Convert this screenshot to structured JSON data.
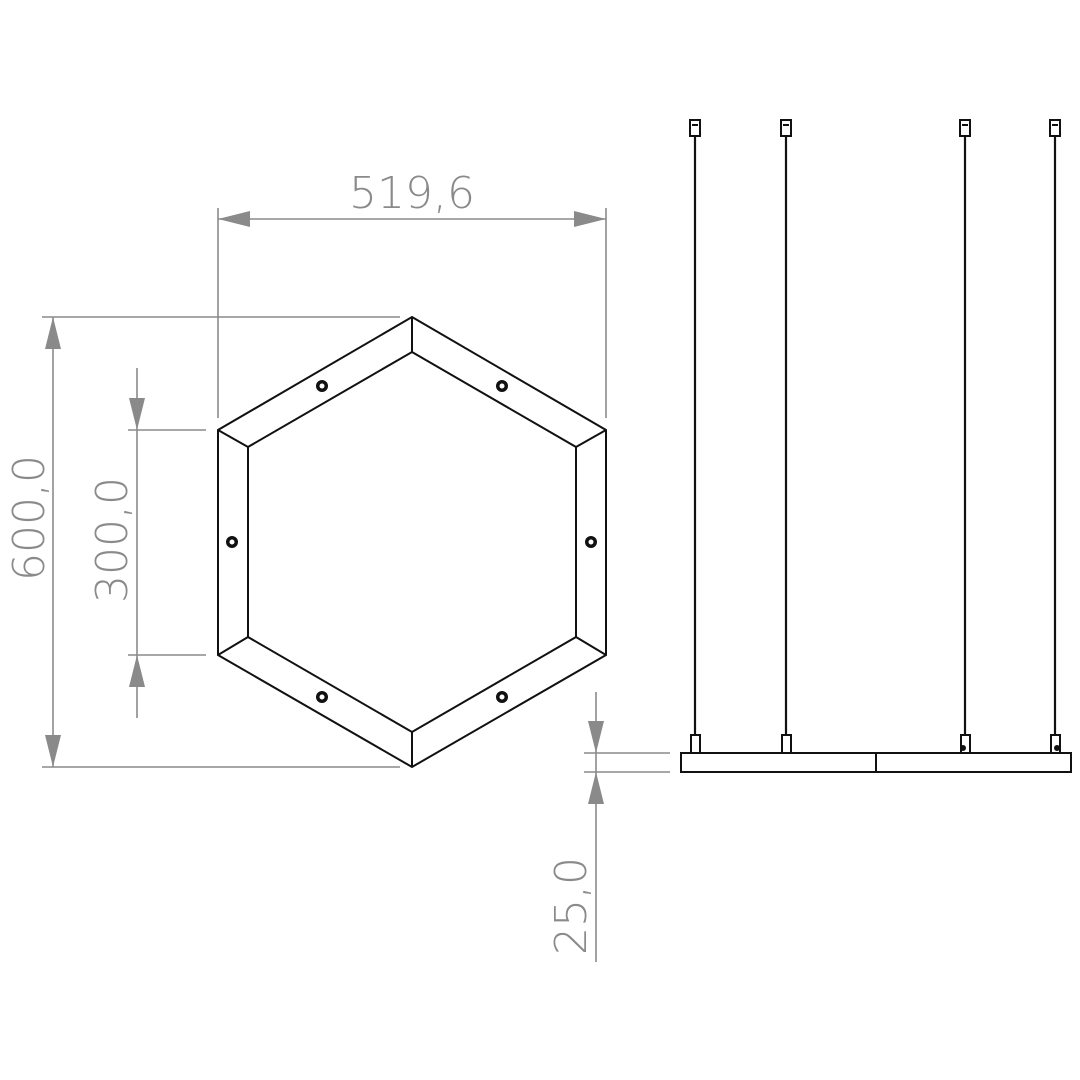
{
  "dimensions": {
    "width": "519,6",
    "height": "600,0",
    "side_length": "300,0",
    "thickness": "25,0"
  },
  "colors": {
    "object_line": "#111111",
    "dimension_line": "#8a8a8a",
    "background": "#ffffff"
  },
  "views": {
    "front": "hexagon-top-view",
    "side": "suspended-side-view",
    "suspension_wire_count": 4,
    "screw_count": 6
  }
}
